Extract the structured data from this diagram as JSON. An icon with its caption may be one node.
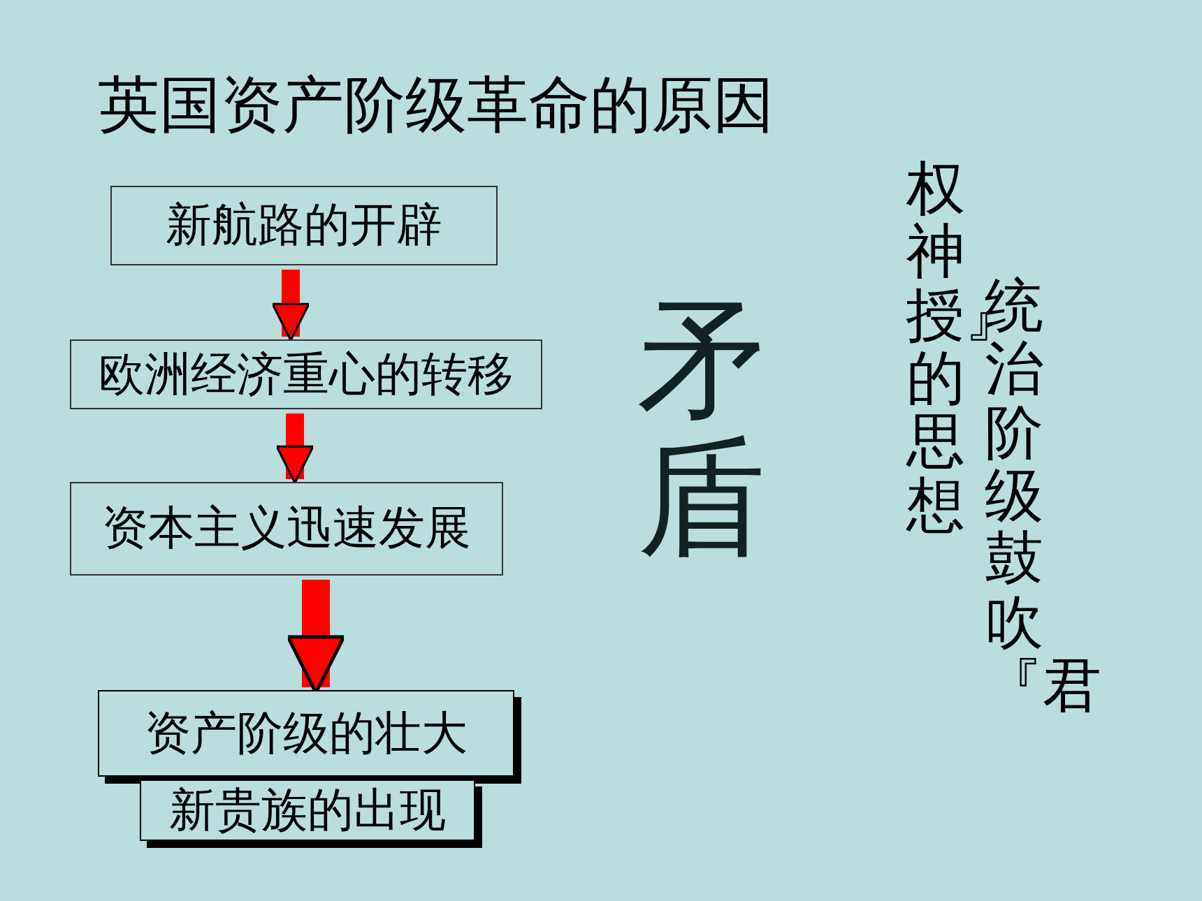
{
  "diagram": {
    "title": "英国资产阶级革命的原因",
    "nodes": [
      {
        "text": [
          "新航路的开辟"
        ]
      },
      {
        "text": [
          "欧洲经济重心的转移"
        ]
      },
      {
        "text": [
          "资本主义迅速发展"
        ]
      },
      {
        "text": [
          "资产阶级的壮大"
        ]
      },
      {
        "text": [
          "新贵族的出现"
        ]
      }
    ],
    "edges": [
      {
        "from": 0,
        "to": 1,
        "arrow": "to"
      },
      {
        "from": 1,
        "to": 2,
        "arrow": "to"
      },
      {
        "from": 2,
        "to": 3,
        "arrow": "to"
      }
    ],
    "labels": [
      "矛盾",
      "统治阶级鼓吹『君",
      "权神授』的思想"
    ]
  }
}
